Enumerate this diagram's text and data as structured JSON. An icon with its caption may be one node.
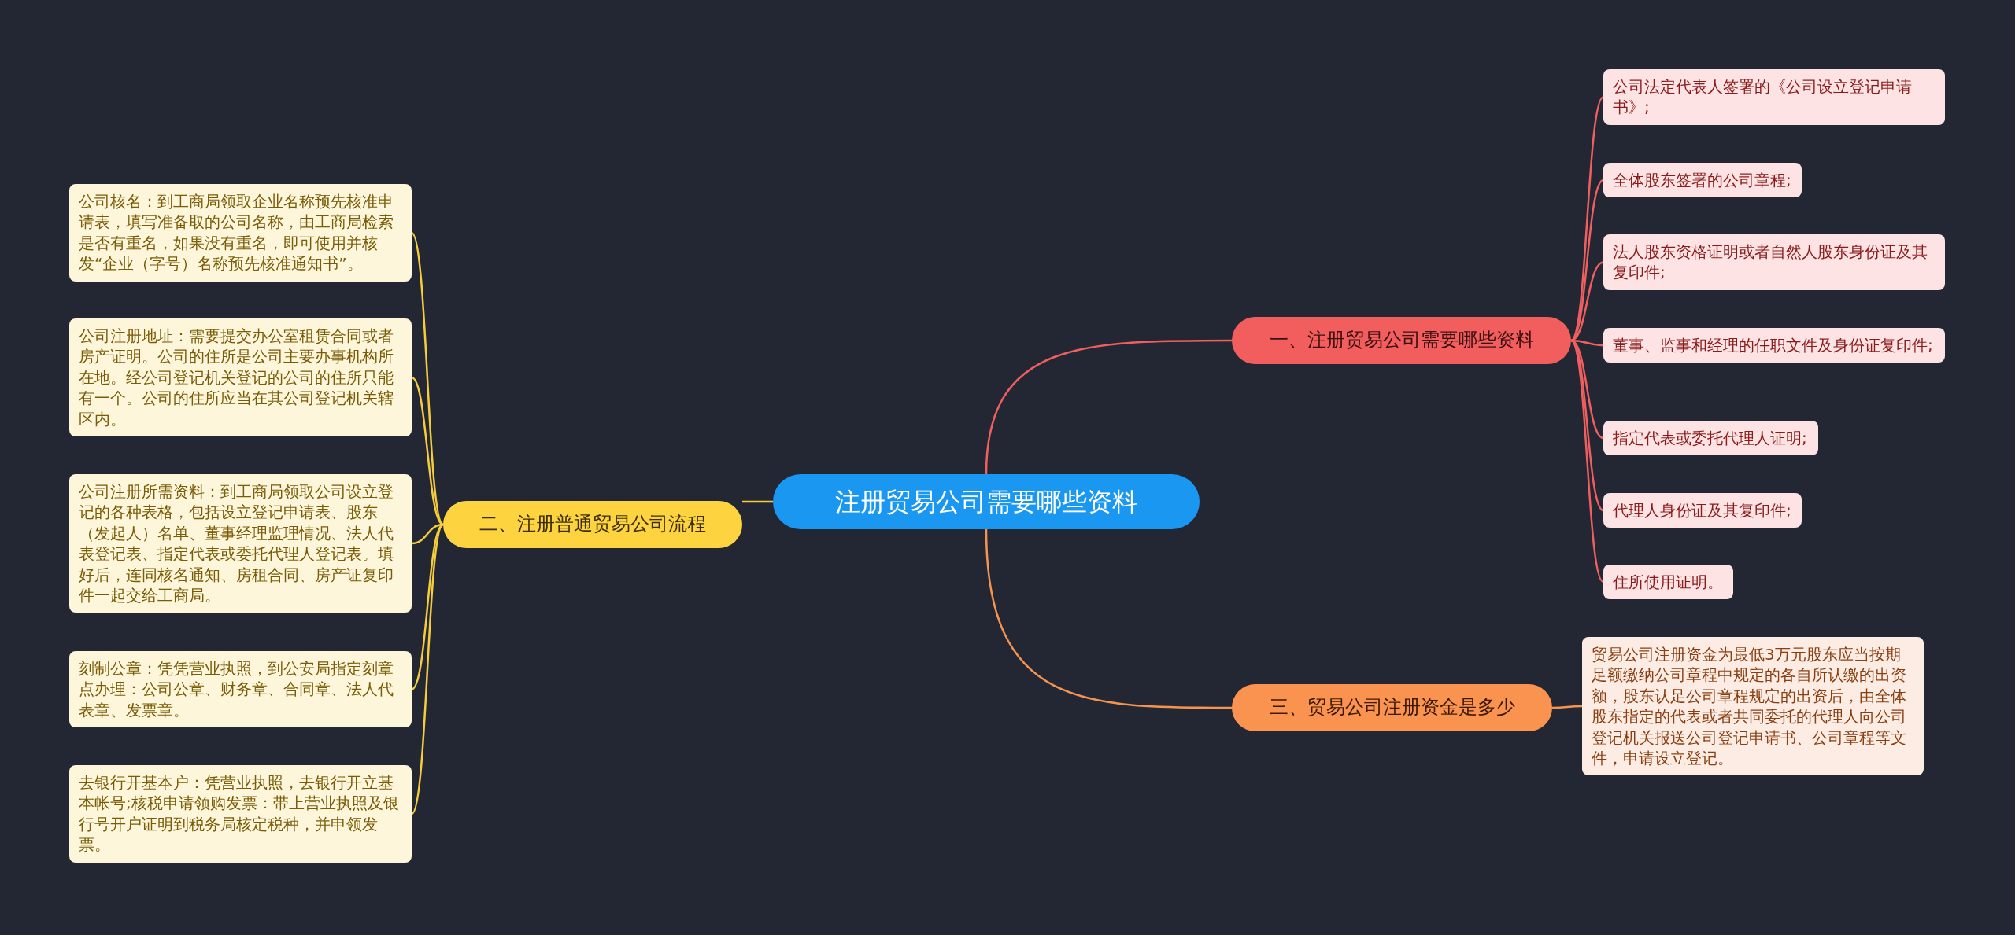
{
  "diagram": {
    "nodes": [
      {
        "text": [
          "注册贸易公司需要哪些资料"
        ]
      },
      {
        "text": [
          "一、注册贸易公司需要哪些资料"
        ]
      },
      {
        "text": [
          "公司法定代表人签署的《公司设立登记申请书》;"
        ]
      },
      {
        "text": [
          "全体股东签署的公司章程;"
        ]
      },
      {
        "text": [
          "法人股东资格证明或者自然人股东身份证及其复印件;"
        ]
      },
      {
        "text": [
          "董事、监事和经理的任职文件及身份证复印件;"
        ]
      },
      {
        "text": [
          "指定代表或委托代理人证明;"
        ]
      },
      {
        "text": [
          "代理人身份证及其复印件;"
        ]
      },
      {
        "text": [
          "住所使用证明。"
        ]
      },
      {
        "text": [
          "二、注册普通贸易公司流程"
        ]
      },
      {
        "text": [
          "公司核名：到工商局领取企业名称预先核准申请表，填写准备取的公司名称，由工商局检索是否有重名，如果没有重名，即可使用并核发“企业（字号）名称预先核准通知书”。"
        ]
      },
      {
        "text": [
          "公司注册地址：需要提交办公室租赁合同或者房产证明。公司的住所是公司主要办事机构所在地。经公司登记机关登记的公司的住所只能有一个。公司的住所应当在其公司登记机关辖区内。"
        ]
      },
      {
        "text": [
          "公司注册所需资料：到工商局领取公司设立登记的各种表格，包括设立登记申请表、股东（发起人）名单、董事经理监理情况、法人代表登记表、指定代表或委托代理人登记表。填好后，连同核名通知、房租合同、房产证复印件一起交给工商局。"
        ]
      },
      {
        "text": [
          "刻制公章：凭凭营业执照，到公安局指定刻章点办理：公司公章、财务章、合同章、法人代表章、发票章。"
        ]
      },
      {
        "text": [
          "去银行开基本户：凭营业执照，去银行开立基本帐号;核税申请领购发票：带上营业执照及银行号开户证明到税务局核定税种，并申领发票。"
        ]
      },
      {
        "text": [
          "三、贸易公司注册资金是多少"
        ]
      },
      {
        "text": [
          "贸易公司注册资金为最低3万元股东应当按期足额缴纳公司章程中规定的各自所认缴的出资额，股东认足公司章程规定的出资后，由全体股东指定的代表或者共同委托的代理人向公司登记机关报送公司登记申请书、公司章程等文件，申请设立登记。"
        ]
      }
    ],
    "edges": [
      {
        "from": 0,
        "to": 1,
        "arrow": "none",
        "color": "#f05f5f"
      },
      {
        "from": 1,
        "to": 2,
        "arrow": "none",
        "color": "#f05f5f"
      },
      {
        "from": 1,
        "to": 3,
        "arrow": "none",
        "color": "#f05f5f"
      },
      {
        "from": 1,
        "to": 4,
        "arrow": "none",
        "color": "#f05f5f"
      },
      {
        "from": 1,
        "to": 5,
        "arrow": "none",
        "color": "#f05f5f"
      },
      {
        "from": 1,
        "to": 6,
        "arrow": "none",
        "color": "#f05f5f"
      },
      {
        "from": 1,
        "to": 7,
        "arrow": "none",
        "color": "#f05f5f"
      },
      {
        "from": 1,
        "to": 8,
        "arrow": "none",
        "color": "#f05f5f"
      },
      {
        "from": 0,
        "to": 9,
        "arrow": "none",
        "color": "#f5cd3c"
      },
      {
        "from": 9,
        "to": 10,
        "arrow": "none",
        "color": "#f5cd3c"
      },
      {
        "from": 9,
        "to": 11,
        "arrow": "none",
        "color": "#f5cd3c"
      },
      {
        "from": 9,
        "to": 12,
        "arrow": "none",
        "color": "#f5cd3c"
      },
      {
        "from": 9,
        "to": 13,
        "arrow": "none",
        "color": "#f5cd3c"
      },
      {
        "from": 9,
        "to": 14,
        "arrow": "none",
        "color": "#f5cd3c"
      },
      {
        "from": 0,
        "to": 15,
        "arrow": "none",
        "color": "#f59350"
      },
      {
        "from": 15,
        "to": 16,
        "arrow": "none",
        "color": "#f59350"
      }
    ]
  }
}
